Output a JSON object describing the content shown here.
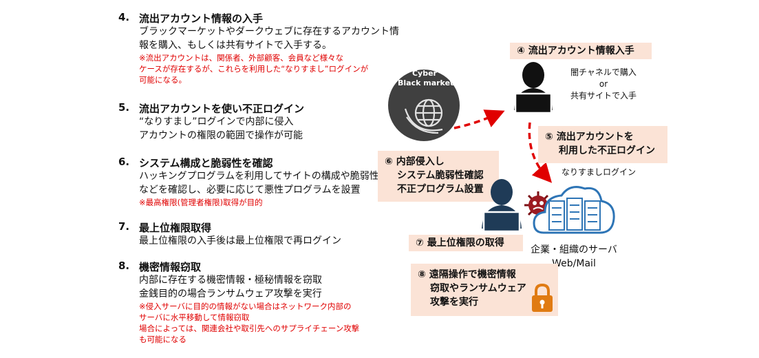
{
  "steps": [
    {
      "num": "4.",
      "title": "流出アカウント情報の入手",
      "body": [
        "ブラックマーケットやダークウェブに存在するアカウント情",
        "報を購入、もしくは共有サイトで入手する。"
      ],
      "note": [
        "※流出アカウントは、関係者、外部顧客、会員など様々な",
        "ケースが存在するが、これらを利用した“なりすまし”ログインが",
        "可能になる。"
      ]
    },
    {
      "num": "5.",
      "title": "流出アカウントを使い不正ログイン",
      "body": [
        "“なりすまし”ログインで内部に侵入",
        "アカウントの権限の範囲で操作が可能"
      ],
      "note": []
    },
    {
      "num": "6.",
      "title": "システム構成と脆弱性を確認",
      "body": [
        "ハッキングプログラムを利用してサイトの構成や脆弱性",
        "などを確認し、必要に応じて悪性プログラムを設置"
      ],
      "note": [
        "※最高権限(管理者権限)取得が目的"
      ]
    },
    {
      "num": "7.",
      "title": "最上位権限取得",
      "body": [
        "最上位権限の入手後は最上位権限で再ログイン"
      ],
      "note": []
    },
    {
      "num": "8.",
      "title": "機密情報窃取",
      "body": [
        "内部に存在する機密情報・極秘情報を窃取",
        "金銭目的の場合ランサムウェア攻撃を実行"
      ],
      "note": [
        "※侵入サーバに目的の情報がない場合はネットワーク内部の",
        "サーバに水平移動して情報窃取",
        "場合によっては、関連会社や取引先へのサプライチェーン攻撃",
        "も可能になる"
      ]
    }
  ],
  "diagram": {
    "market_label_1": "Cyber",
    "market_label_2": "Black market",
    "callout_4": "④ 流出アカウント情報入手",
    "acquire_lines": [
      "闇チャネルで購入",
      "or",
      "共有サイトで入手"
    ],
    "callout_5": [
      "⑤ 流出アカウントを",
      "利用した不正ログイン"
    ],
    "spoof_label": "なりすましログイン",
    "callout_6": [
      "⑥ 内部侵入し",
      "システム脆弱性確認",
      "不正プログラム設置"
    ],
    "callout_7": "⑦ 最上位権限の取得",
    "server_label": [
      "企業・組織のサーバ",
      "Web/Mail"
    ],
    "callout_8": [
      "⑧ 遠隔操作で機密情報",
      "窃取やランサムウェア",
      "攻撃を実行"
    ],
    "colors": {
      "callout_bg": "#fbe3d6",
      "arrow_red": "#e00000",
      "note_red": "#e00000",
      "hacker_dark": "#111111",
      "hacker_blue": "#1f3b57",
      "server_blue": "#2e75b6",
      "lock_orange": "#e07b13",
      "market_grey": "#404040"
    },
    "icons": [
      "globe-icon",
      "hacker-icon",
      "virus-icon",
      "cloud-server-icon",
      "padlock-icon"
    ]
  }
}
